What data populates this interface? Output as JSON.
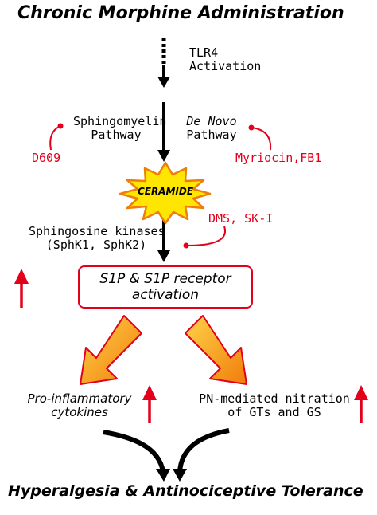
{
  "title": "Chronic Morphine Administration",
  "tlr4": {
    "line1": "TLR4",
    "line2": "Activation"
  },
  "sphingomyelin": {
    "line1": "Sphingomyelin",
    "line2": "Pathway"
  },
  "de_novo": {
    "line1": "De Novo",
    "line2": "Pathway"
  },
  "inhibitors": {
    "d609": "D609",
    "myriocin": "Myriocin,FB1",
    "dms": "DMS, SK-I"
  },
  "ceramide": "CERAMIDE",
  "sphk": {
    "line1": "Sphingosine kinases",
    "line2": "(SphK1, SphK2)"
  },
  "s1p": {
    "line1": "S1P & S1P receptor",
    "line2": "activation"
  },
  "cytokines": {
    "line1": "Pro-inflammatory",
    "line2": "cytokines"
  },
  "nitration": {
    "line1": "PN-mediated nitration",
    "line2": "of GTs and GS"
  },
  "outcome": "Hyperalgesia & Antinociceptive Tolerance",
  "colors": {
    "red": "#e3001b",
    "orange": "#f07d0a",
    "star_fill": "#ffe600",
    "star_stroke": "#f07d0a",
    "black": "#000000"
  }
}
